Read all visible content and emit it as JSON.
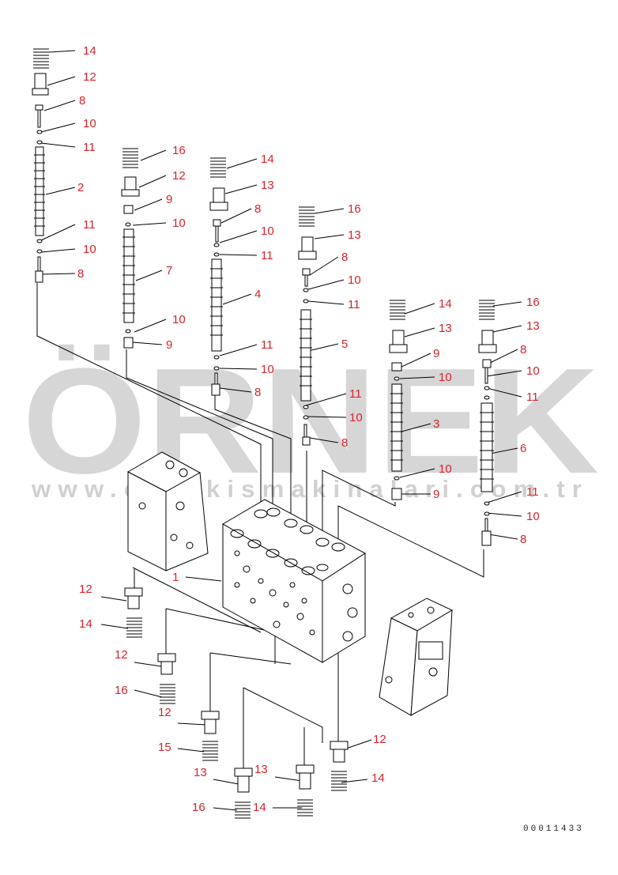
{
  "watermark": {
    "letters": "ÖRNEK",
    "url": "www.ornekismakinalari.com.tr",
    "color": "#d6d6d6",
    "accent_color": "#f2c44a"
  },
  "diagram_code": "00011433",
  "callout_color": "#d8232a",
  "callouts": [
    {
      "text": "14"
    },
    {
      "text": "12"
    },
    {
      "text": "8"
    },
    {
      "text": "10"
    },
    {
      "text": "11"
    },
    {
      "text": "2"
    },
    {
      "text": "11"
    },
    {
      "text": "10"
    },
    {
      "text": "8"
    },
    {
      "text": "16"
    },
    {
      "text": "12"
    },
    {
      "text": "9"
    },
    {
      "text": "10"
    },
    {
      "text": "7"
    },
    {
      "text": "10"
    },
    {
      "text": "9"
    },
    {
      "text": "14"
    },
    {
      "text": "13"
    },
    {
      "text": "8"
    },
    {
      "text": "10"
    },
    {
      "text": "11"
    },
    {
      "text": "4"
    },
    {
      "text": "11"
    },
    {
      "text": "10"
    },
    {
      "text": "8"
    },
    {
      "text": "16"
    },
    {
      "text": "13"
    },
    {
      "text": "8"
    },
    {
      "text": "10"
    },
    {
      "text": "11"
    },
    {
      "text": "5"
    },
    {
      "text": "11"
    },
    {
      "text": "10"
    },
    {
      "text": "8"
    },
    {
      "text": "14"
    },
    {
      "text": "13"
    },
    {
      "text": "9"
    },
    {
      "text": "10"
    },
    {
      "text": "3"
    },
    {
      "text": "10"
    },
    {
      "text": "9"
    },
    {
      "text": "16"
    },
    {
      "text": "13"
    },
    {
      "text": "8"
    },
    {
      "text": "10"
    },
    {
      "text": "11"
    },
    {
      "text": "6"
    },
    {
      "text": "11"
    },
    {
      "text": "10"
    },
    {
      "text": "8"
    },
    {
      "text": "1"
    },
    {
      "text": "12"
    },
    {
      "text": "14"
    },
    {
      "text": "12"
    },
    {
      "text": "16"
    },
    {
      "text": "12"
    },
    {
      "text": "15"
    },
    {
      "text": "13"
    },
    {
      "text": "13"
    },
    {
      "text": "16"
    },
    {
      "text": "14"
    },
    {
      "text": "12"
    },
    {
      "text": "14"
    }
  ]
}
